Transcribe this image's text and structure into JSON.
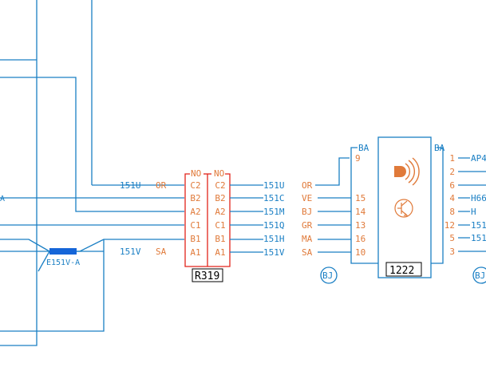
{
  "colors": {
    "wire": "#1a7fc4",
    "connector": "#e2231a",
    "pin_text": "#e07a3a",
    "splice": "#1565d8",
    "ink": "#000000"
  },
  "connector_left": {
    "id": "R319",
    "header_left": "NO",
    "header_right": "NO"
  },
  "pins_left": [
    "C2",
    "B2",
    "A2",
    "C1",
    "B1",
    "A1"
  ],
  "left_wires": [
    {
      "code": "151U",
      "color": "OR"
    },
    {
      "code": "151V",
      "color": "SA"
    }
  ],
  "splice": {
    "label": "E151V-A"
  },
  "right_wires": [
    {
      "code": "151U",
      "color": "OR",
      "pin": "9"
    },
    {
      "code": "151C",
      "color": "VE",
      "pin": "15"
    },
    {
      "code": "151M",
      "color": "BJ",
      "pin": "14"
    },
    {
      "code": "151Q",
      "color": "GR",
      "pin": "13"
    },
    {
      "code": "151H",
      "color": "MA",
      "pin": "16"
    },
    {
      "code": "151V",
      "color": "SA",
      "pin": "10"
    }
  ],
  "module": {
    "id": "1222",
    "conn_left": "BA",
    "conn_right": "BA",
    "harness_left": "BJ",
    "harness_right": "BJ",
    "left_fragment": "A"
  },
  "module_right_pins": [
    {
      "pin": "1",
      "label": "AP4"
    },
    {
      "pin": "2",
      "label": ""
    },
    {
      "pin": "6",
      "label": ""
    },
    {
      "pin": "4",
      "label": "H66"
    },
    {
      "pin": "8",
      "label": "H"
    },
    {
      "pin": "12",
      "label": "151"
    },
    {
      "pin": "5",
      "label": "151"
    },
    {
      "pin": "3",
      "label": ""
    }
  ]
}
